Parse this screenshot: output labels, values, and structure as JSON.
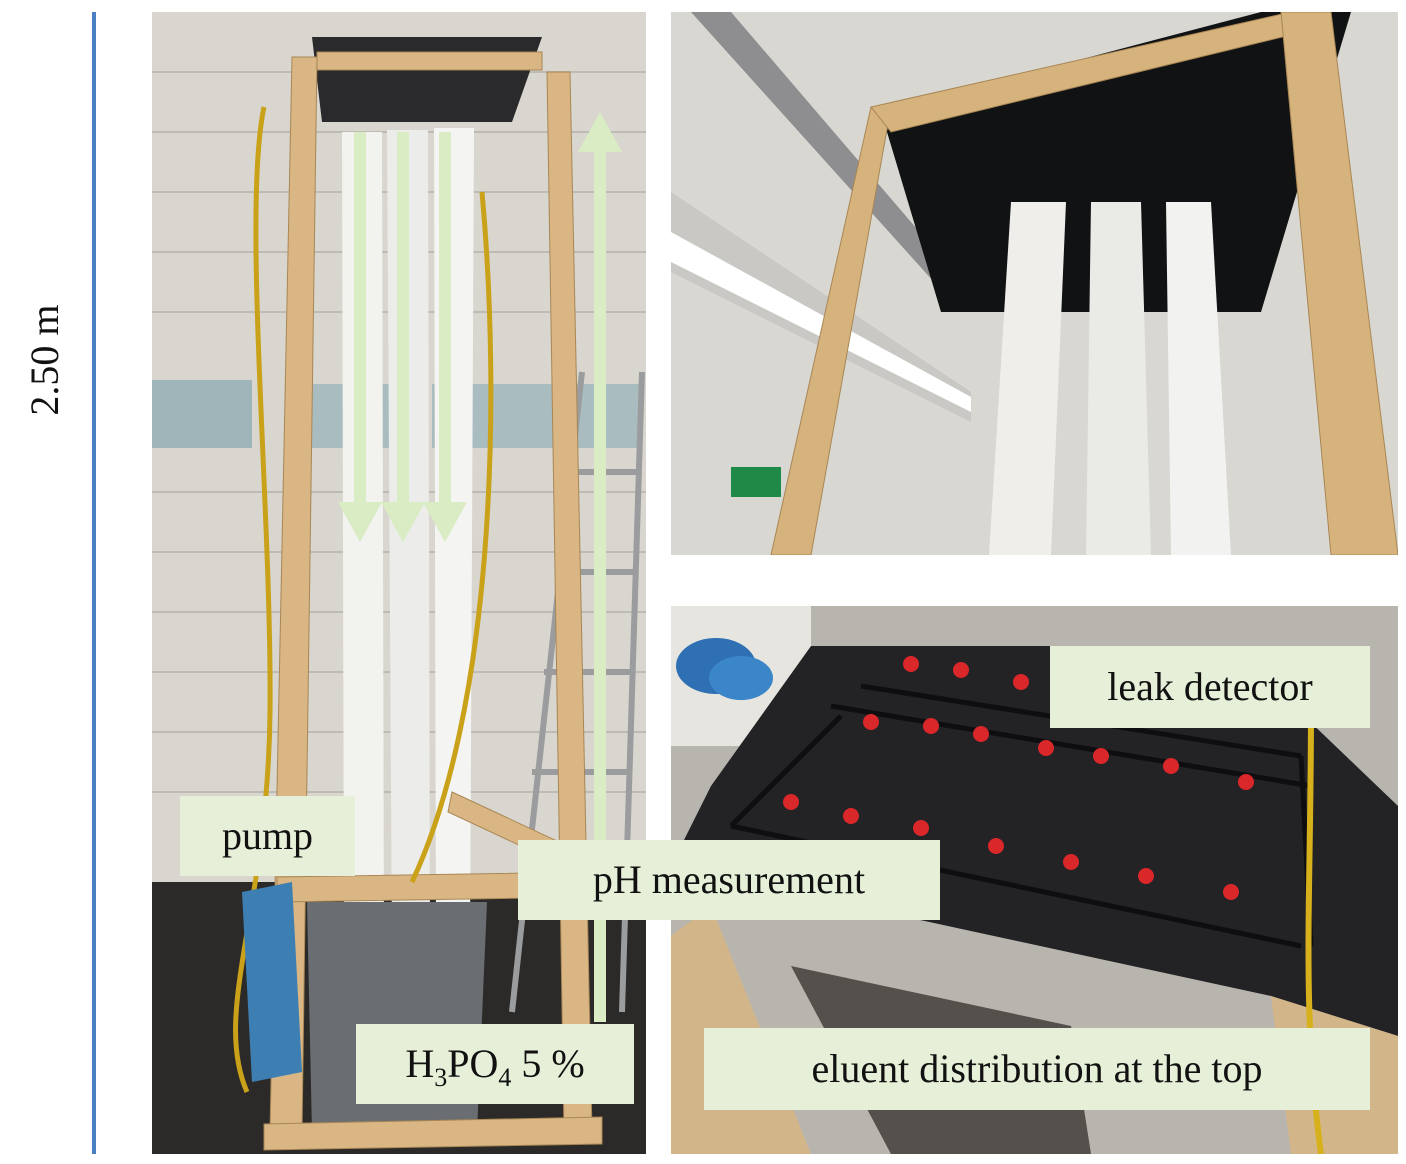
{
  "scale": {
    "label": "2.50 m"
  },
  "labels": {
    "pump": "pump",
    "ph": "pH measurement",
    "acid_h": "H",
    "acid_sub1": "3",
    "acid_po": "PO",
    "acid_sub2": "4",
    "acid_pct": " 5 %",
    "leak": "leak detector",
    "eluent": "eluent distribution at the top"
  },
  "colors": {
    "scale_bar": "#4a7fc1",
    "label_bg": "#e6efd8",
    "arrow": "#d9ecc3",
    "wood": "#d9b683"
  }
}
